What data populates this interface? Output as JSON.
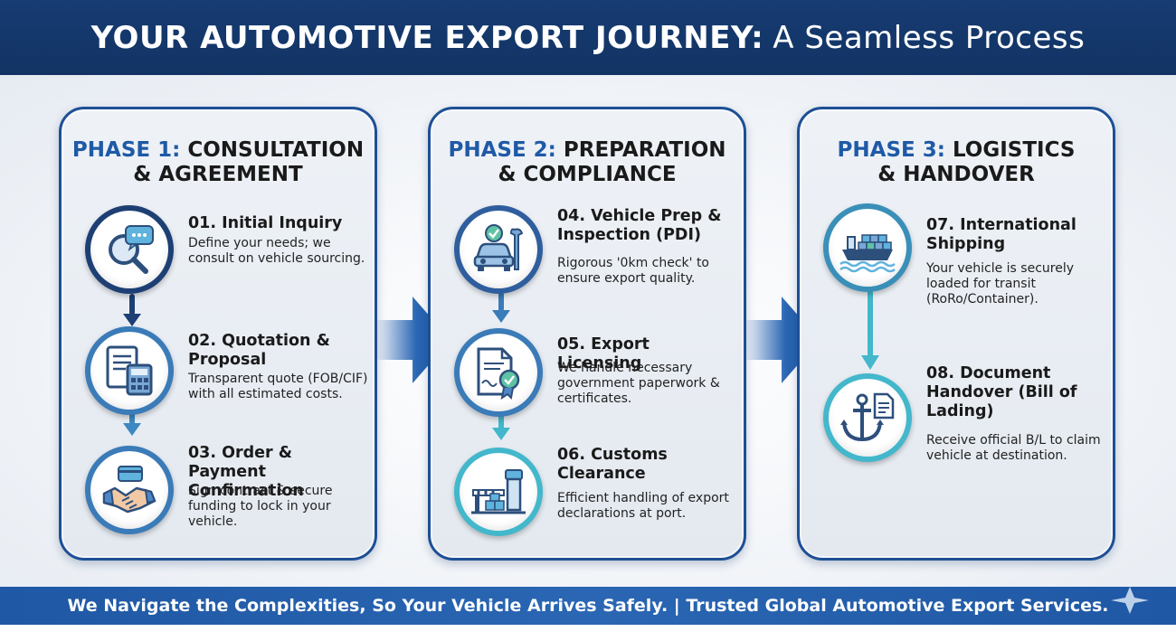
{
  "header": {
    "title_bold": "YOUR AUTOMOTIVE EXPORT JOURNEY:",
    "title_light": "A Seamless Process"
  },
  "phases": [
    {
      "label": "PHASE 1:",
      "title_a": "CONSULTATION",
      "title_b": "& AGREEMENT",
      "steps": [
        {
          "title": "01. Initial Inquiry",
          "desc": "Define your needs; we consult on vehicle sourcing.",
          "icon": "magnifier-chat-icon"
        },
        {
          "title": "02. Quotation & Proposal",
          "desc": "Transparent quote (FOB/CIF) with all estimated costs.",
          "icon": "document-calculator-icon"
        },
        {
          "title": "03. Order & Payment Confirmation",
          "desc": "Sign contract & secure funding to lock in your vehicle.",
          "icon": "handshake-card-icon"
        }
      ]
    },
    {
      "label": "PHASE 2:",
      "title_a": "PREPARATION",
      "title_b": "& COMPLIANCE",
      "steps": [
        {
          "title": "04. Vehicle Prep & Inspection (PDI)",
          "desc": "Rigorous '0km check' to ensure export quality.",
          "icon": "car-wrench-icon"
        },
        {
          "title": "05. Export Licensing",
          "desc": "We handle necessary government paperwork & certificates.",
          "icon": "certificate-icon"
        },
        {
          "title": "06. Customs Clearance",
          "desc": "Efficient handling of export declarations at port.",
          "icon": "customs-gate-icon"
        }
      ]
    },
    {
      "label": "PHASE 3:",
      "title_a": "LOGISTICS",
      "title_b": "& HANDOVER",
      "steps": [
        {
          "title": "07. International Shipping",
          "desc": "Your vehicle is securely loaded for transit (RoRo/Container).",
          "icon": "cargo-ship-icon"
        },
        {
          "title": "08. Document Handover (Bill of Lading)",
          "desc": "Receive official B/L to claim vehicle at destination.",
          "icon": "anchor-document-icon"
        }
      ]
    }
  ],
  "footer": {
    "text": "We Navigate the Complexities, So Your Vehicle Arrives Safely. | Trusted Global Automotive Export Services."
  },
  "colors": {
    "navy": "#173c73",
    "blue": "#1f5aa6",
    "teal": "#43b7cb",
    "footer": "#2563ad"
  }
}
